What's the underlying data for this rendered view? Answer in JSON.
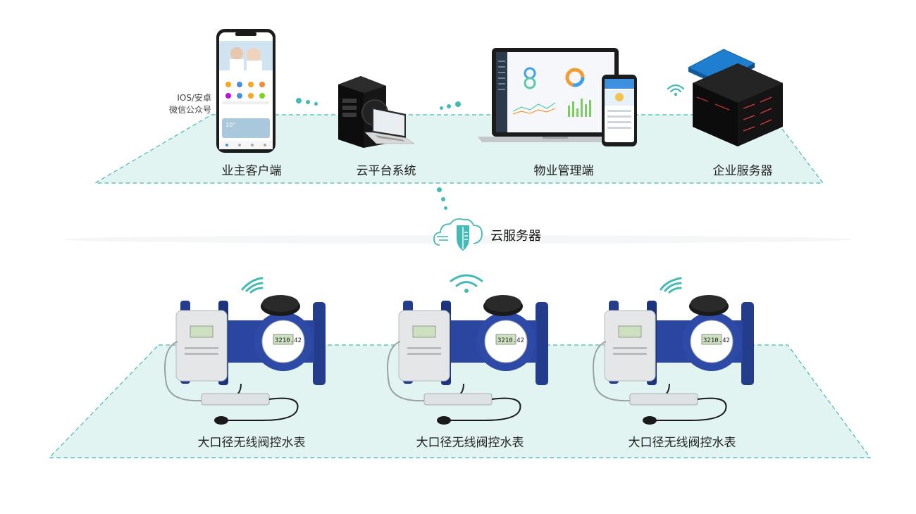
{
  "top_row": {
    "phone": {
      "side_label_1": "IOS/安卓",
      "side_label_2": "微信公众号",
      "caption": "业主客户端",
      "temperature": "10°"
    },
    "cloud_platform": {
      "caption": "云平台系统"
    },
    "property_mgmt": {
      "caption": "物业管理端"
    },
    "enterprise_server": {
      "caption": "企业服务器"
    }
  },
  "cloud_server": {
    "caption": "云服务器"
  },
  "meters": [
    {
      "caption": "大口径无线阀控水表",
      "reading": "3210.42"
    },
    {
      "caption": "大口径无线阀控水表",
      "reading": "3210.42"
    },
    {
      "caption": "大口径无线阀控水表",
      "reading": "3210.42"
    }
  ],
  "colors": {
    "accent_teal": "#45b9b5",
    "platform_fill": "#dff3f1",
    "meter_blue": "#1f3a8a",
    "server_blue": "#1e7fd0"
  }
}
